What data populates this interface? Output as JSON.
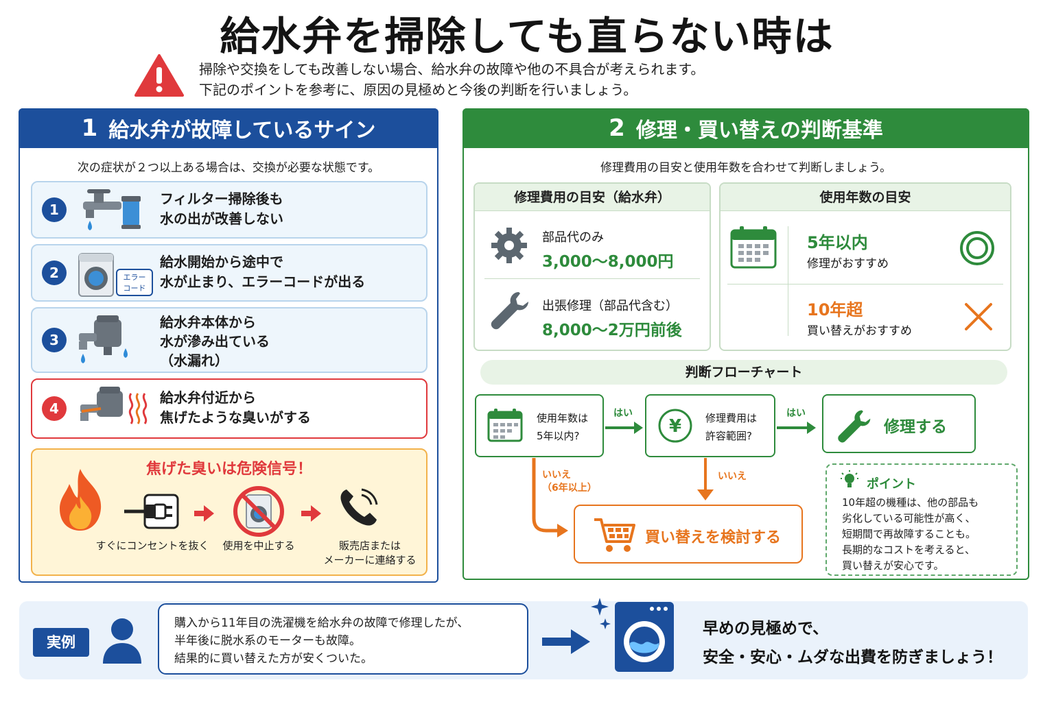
{
  "header": {
    "title": "給水弁を掃除しても直らない時は",
    "intro_line1": "掃除や交換をしても改善しない場合、給水弁の故障や他の不具合が考えられます。",
    "intro_line2": "下記のポイントを参考に、原因の見極めと今後の判断を行いましょう。"
  },
  "signs": {
    "number": "1",
    "heading": "給水弁が故障しているサイン",
    "note": "次の症状が２つ以上ある場合は、交換が必要な状態です。",
    "items": [
      {
        "num": "1",
        "line1": "フィルター掃除後も",
        "line2": "水の出が改善しない",
        "line3": ""
      },
      {
        "num": "2",
        "line1": "給水開始から途中で",
        "line2": "水が止まり、エラーコードが出る",
        "line3": "",
        "badge1": "エラー",
        "badge2": "コード"
      },
      {
        "num": "3",
        "line1": "給水弁本体から",
        "line2": "水が滲み出ている",
        "line3": "（水漏れ）"
      },
      {
        "num": "4",
        "line1": "給水弁付近から",
        "line2": "焦げたような臭いがする",
        "line3": ""
      }
    ],
    "alert": {
      "title": "焦げた臭いは危険信号！",
      "step1": "すぐにコンセントを抜く",
      "step2": "使用を中止する",
      "step3_line1": "販売店または",
      "step3_line2": "メーカーに連絡する"
    }
  },
  "criteria": {
    "number": "2",
    "heading": "修理・買い替えの判断基準",
    "note": "修理費用の目安と使用年数を合わせて判断しましょう。",
    "cost": {
      "title": "修理費用の目安（給水弁）",
      "parts_label": "部品代のみ",
      "parts_value": "3,000～8,000円",
      "visit_label": "出張修理（部品代含む）",
      "visit_value": "8,000～2万円前後"
    },
    "years": {
      "title": "使用年数の目安",
      "a_value": "5年以内",
      "a_text": "修理がおすすめ",
      "b_value": "10年超",
      "b_text": "買い替えがおすすめ"
    },
    "flow": {
      "title": "判断フローチャート",
      "q1_line1": "使用年数は",
      "q1_line2": "5年以内?",
      "q2_line1": "修理費用は",
      "q2_line2": "許容範囲?",
      "yes": "はい",
      "no": "いいえ",
      "no_detail": "（6年以上）",
      "repair": "修理する",
      "replace": "買い替えを検討する",
      "yen": "¥"
    },
    "point": {
      "title": "ポイント",
      "lines": [
        "10年超の機種は、他の部品も",
        "劣化している可能性が高く、",
        "短期間で再故障することも。",
        "長期的なコストを考えると、",
        "買い替えが安心です。"
      ]
    }
  },
  "example": {
    "label": "実例",
    "lines": [
      "購入から11年目の洗濯機を給水弁の故障で修理したが、",
      "半年後に脱水系のモーターも故障。",
      "結果的に買い替えた方が安くついた。"
    ],
    "conclusion_line1": "早めの見極めで、",
    "conclusion_line2": "安全・安心・ムダな出費を防ぎましょう！"
  },
  "colors": {
    "blue": "#1c4f9c",
    "green": "#2e8b3c",
    "red": "#e0393c",
    "orange": "#e7751e"
  }
}
